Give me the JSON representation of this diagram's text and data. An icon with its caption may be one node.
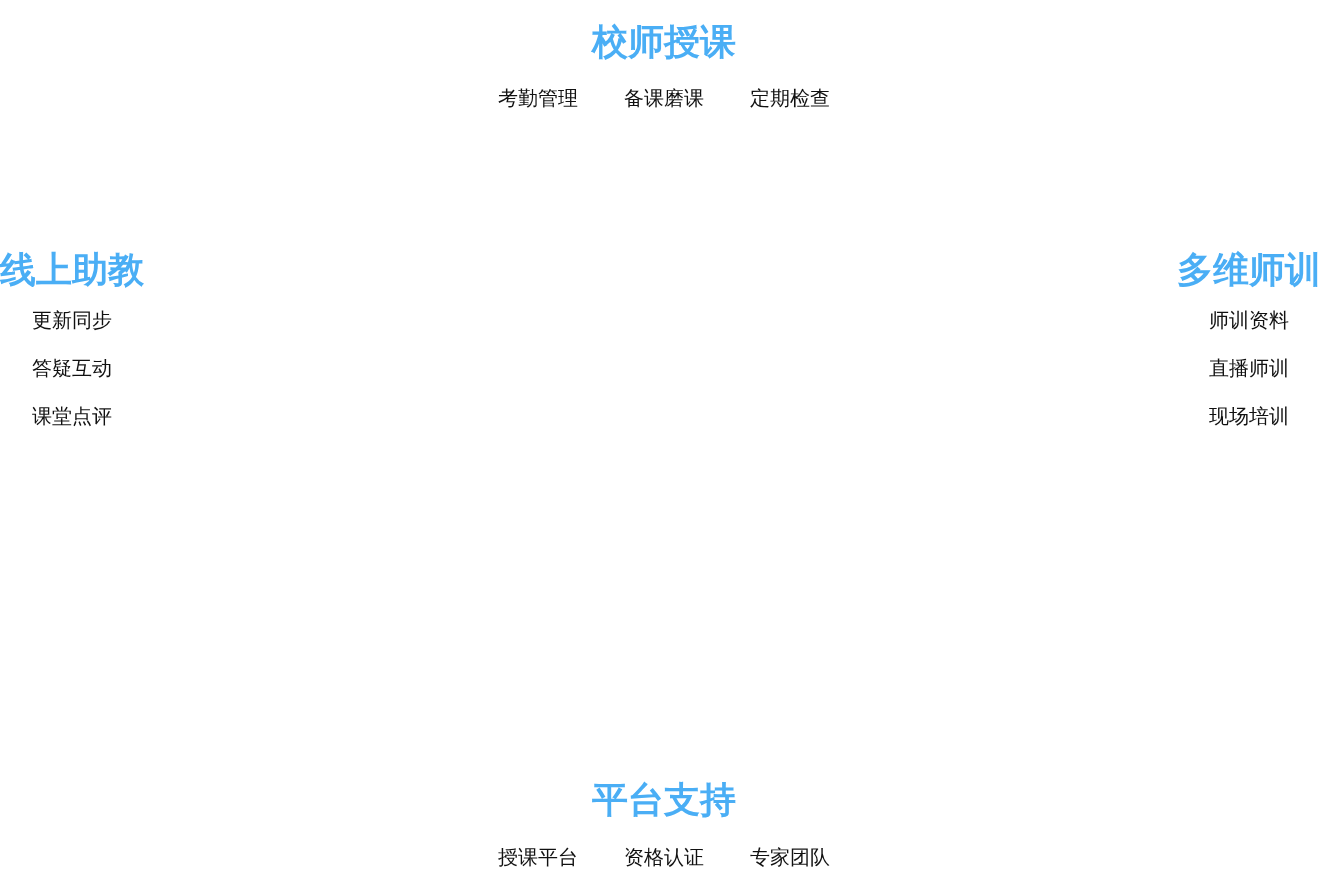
{
  "diagram": {
    "labels": [
      "校师授课",
      "考勤管理",
      "备课磨课",
      "定期检查",
      "线上助教",
      "多维师训",
      "更新同步",
      "师训资料",
      "答疑互动",
      "直播师训",
      "课堂点评",
      "现场培训",
      "平台支持",
      "授课平台",
      "资格认证",
      "专家团队"
    ]
  }
}
